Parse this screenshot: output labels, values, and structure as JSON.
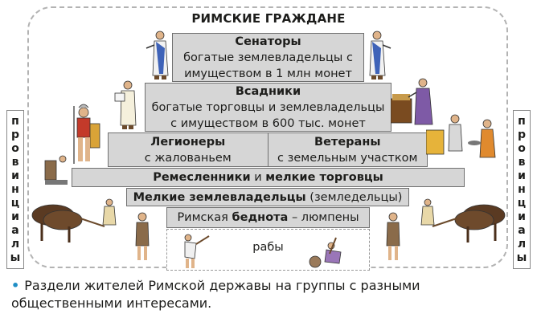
{
  "title": "РИМСКИЕ ГРАЖДАНЕ",
  "side_label": [
    "п",
    "р",
    "о",
    "в",
    "и",
    "н",
    "ц",
    "и",
    "а",
    "л",
    "ы"
  ],
  "tiers": {
    "senators": {
      "head": "Сенаторы",
      "line1": "богатые землевладельцы с",
      "line2": "имуществом в 1 млн монет"
    },
    "horsemen": {
      "head": "Всадники",
      "line1": "богатые торговцы  и землевладельцы",
      "line2": "с имуществом в 600 тыс. монет"
    },
    "legionaries": {
      "head": "Легионеры",
      "line1": "с жалованьем"
    },
    "veterans": {
      "head": "Ветераны",
      "line1": "с земельным участком"
    },
    "artisans": {
      "head": "Ремесленники",
      "connector": " и ",
      "head2": "мелкие торговцы"
    },
    "smallholders": {
      "head": "Мелкие землевладельцы",
      "rest": " (земледельцы)"
    },
    "poor": {
      "pre": "Римская ",
      "head": "беднота",
      "rest": " – люмпены"
    }
  },
  "slaves_label": "рабы",
  "question": "Раздели жителей Римской державы на группы с разными общественными интересами."
}
